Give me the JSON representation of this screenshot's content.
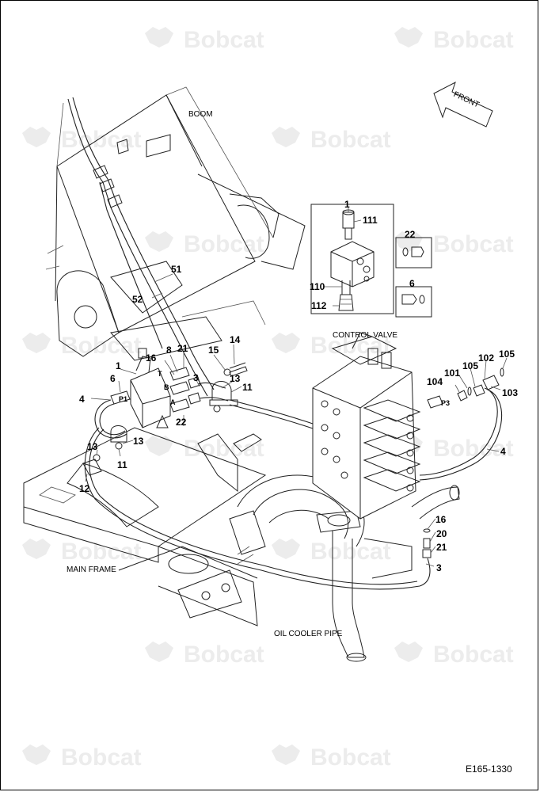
{
  "watermark": {
    "text": "Bobcat"
  },
  "labels": {
    "boom": "BOOM",
    "front": "FRONT",
    "control_valve": "CONTROL VALVE",
    "main_frame": "MAIN FRAME",
    "oil_cooler_pipe": "OIL COOLER PIPE"
  },
  "ports": {
    "t": "T",
    "b": "B",
    "a": "A",
    "p1": "P1",
    "p3": "P3"
  },
  "callouts": {
    "c1_detail": "1",
    "c111": "111",
    "c110": "110",
    "c112": "112",
    "c22_detail": "22",
    "c6_detail": "6",
    "c51": "51",
    "c52": "52",
    "c16": "16",
    "c8": "8",
    "c21a": "21",
    "c15": "15",
    "c14": "14",
    "c1_main": "1",
    "c6_main": "6",
    "c3_main": "3",
    "c13a": "13",
    "c11a": "11",
    "c4_left": "4",
    "c22_main": "22",
    "c13b": "13",
    "c13c": "13",
    "c11b": "11",
    "c12": "12",
    "c102": "102",
    "c105a": "105",
    "c101": "101",
    "c105b": "105",
    "c104": "104",
    "c103": "103",
    "c4_right": "4",
    "c16b": "16",
    "c20": "20",
    "c21b": "21",
    "c3_right": "3"
  },
  "drawing_code": "E165-1330"
}
